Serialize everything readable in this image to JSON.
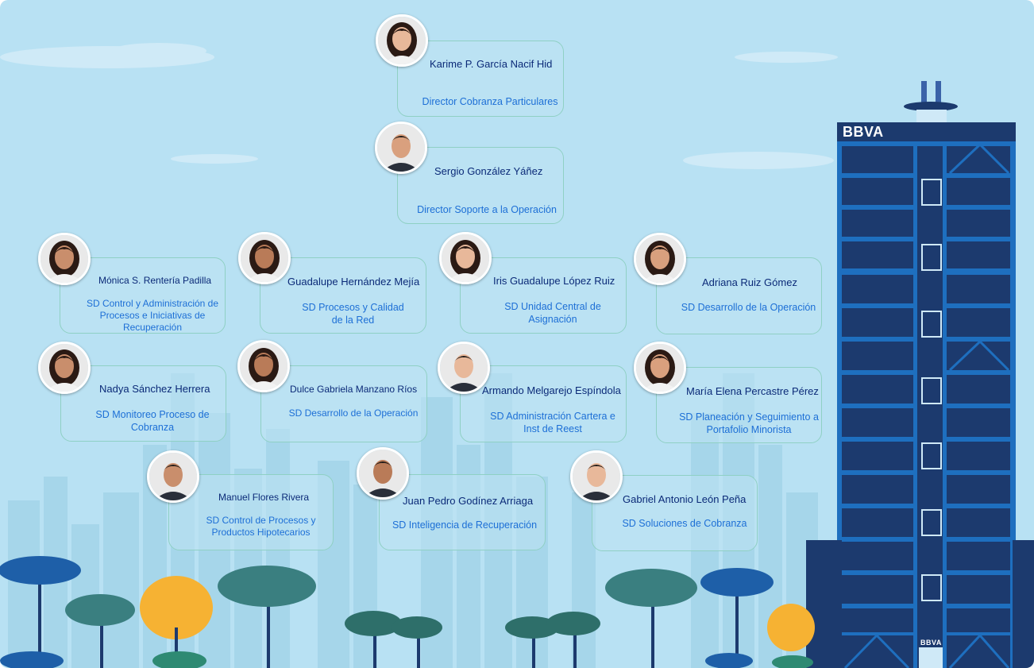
{
  "brand": {
    "logo_top": "BBVA",
    "logo_bottom": "BBVA"
  },
  "colors": {
    "sky": "#b8e1f3",
    "building": "#1c3a6e",
    "building_accent": "#1e6fbf",
    "card_border": "#8fd0c4",
    "name_text": "#0b2a78",
    "role_text": "#1d6fd6"
  },
  "people": [
    {
      "name": "Karime P. García Nacif Hid",
      "role": "Director Cobranza Particulares",
      "icon": "person-photo-female"
    },
    {
      "name": "Sergio González Yáñez",
      "role": "Director Soporte a la Operación",
      "icon": "person-photo-male"
    },
    {
      "name": "Mónica S. Rentería Padilla",
      "role": "SD Control y Administración de Procesos e Iniciativas de Recuperación",
      "icon": "person-photo-female"
    },
    {
      "name": "Guadalupe Hernández Mejía",
      "role": "SD Procesos y Calidad de la Red",
      "icon": "person-photo-female"
    },
    {
      "name": "Iris Guadalupe López Ruiz",
      "role": "SD Unidad Central de Asignación",
      "icon": "person-photo-female"
    },
    {
      "name": "Adriana Ruiz Gómez",
      "role": "SD Desarrollo de la Operación",
      "icon": "person-photo-female"
    },
    {
      "name": "Nadya Sánchez Herrera",
      "role": "SD Monitoreo Proceso de Cobranza",
      "icon": "person-photo-female"
    },
    {
      "name": "Dulce Gabriela Manzano Ríos",
      "role": "SD Desarrollo de la Operación",
      "icon": "person-photo-female"
    },
    {
      "name": "Armando Melgarejo Espíndola",
      "role": "SD Administración Cartera e Inst de Reest",
      "icon": "person-photo-male"
    },
    {
      "name": "María Elena Percastre Pérez",
      "role": "SD Planeación y Seguimiento a Portafolio Minorista",
      "icon": "person-photo-female"
    },
    {
      "name": "Manuel Flores Rivera",
      "role": "SD Control de Procesos y Productos Hipotecarios",
      "icon": "person-photo-male"
    },
    {
      "name": "Juan Pedro Godínez Arriaga",
      "role": "SD Inteligencia de Recuperación",
      "icon": "person-photo-male"
    },
    {
      "name": "Gabriel Antonio León Peña",
      "role": "SD Soluciones de Cobranza",
      "icon": "person-photo-male"
    }
  ]
}
